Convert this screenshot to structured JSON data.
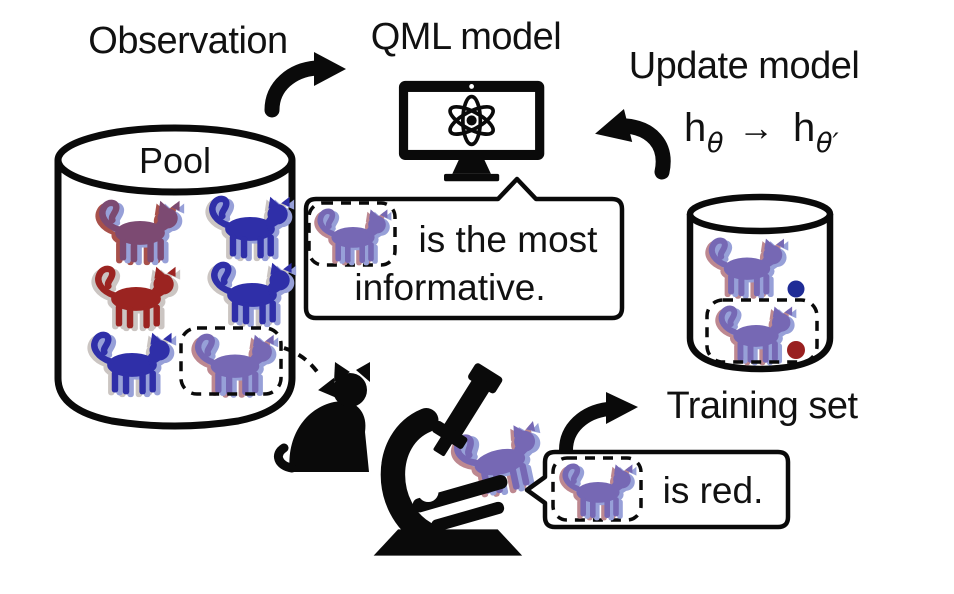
{
  "diagram": {
    "labels": {
      "observation": "Observation",
      "qml_model": "QML model",
      "update_model": "Update model",
      "pool": "Pool",
      "training_set": "Training set",
      "informative_line1": "is the most",
      "informative_line2": "informative.",
      "is_red": "is red.",
      "h": "h",
      "theta": "θ",
      "maps_to": "→",
      "theta_prime": "θ′"
    },
    "colors": {
      "black": "#0a0a0a",
      "red_cat": "#9b2421",
      "blue_cat": "#2f2fa8",
      "purple_cat": "#7668b4",
      "mauve_cat": "#7c4a72",
      "fringe_darkred": "#a8514b",
      "fringe_pink": "#bd8890",
      "fringe_blue": "#97a0d8",
      "fringe_gray": "#cbc5c2",
      "blue_dot": "#1f2c96",
      "red_dot": "#992020"
    },
    "cats": {
      "pool": [
        "mix-red",
        "blue",
        "red",
        "blue",
        "blue",
        "mix-purple"
      ],
      "pool_selected_index": 5,
      "training": [
        {
          "variant": "mix-purple",
          "dot": "blue"
        },
        {
          "variant": "mix-purple",
          "dot": "red",
          "selected": true
        }
      ],
      "bubble_informative": "mix-purple",
      "bubble_red": "mix-purple",
      "microscope_stage": "mix-purple"
    }
  }
}
